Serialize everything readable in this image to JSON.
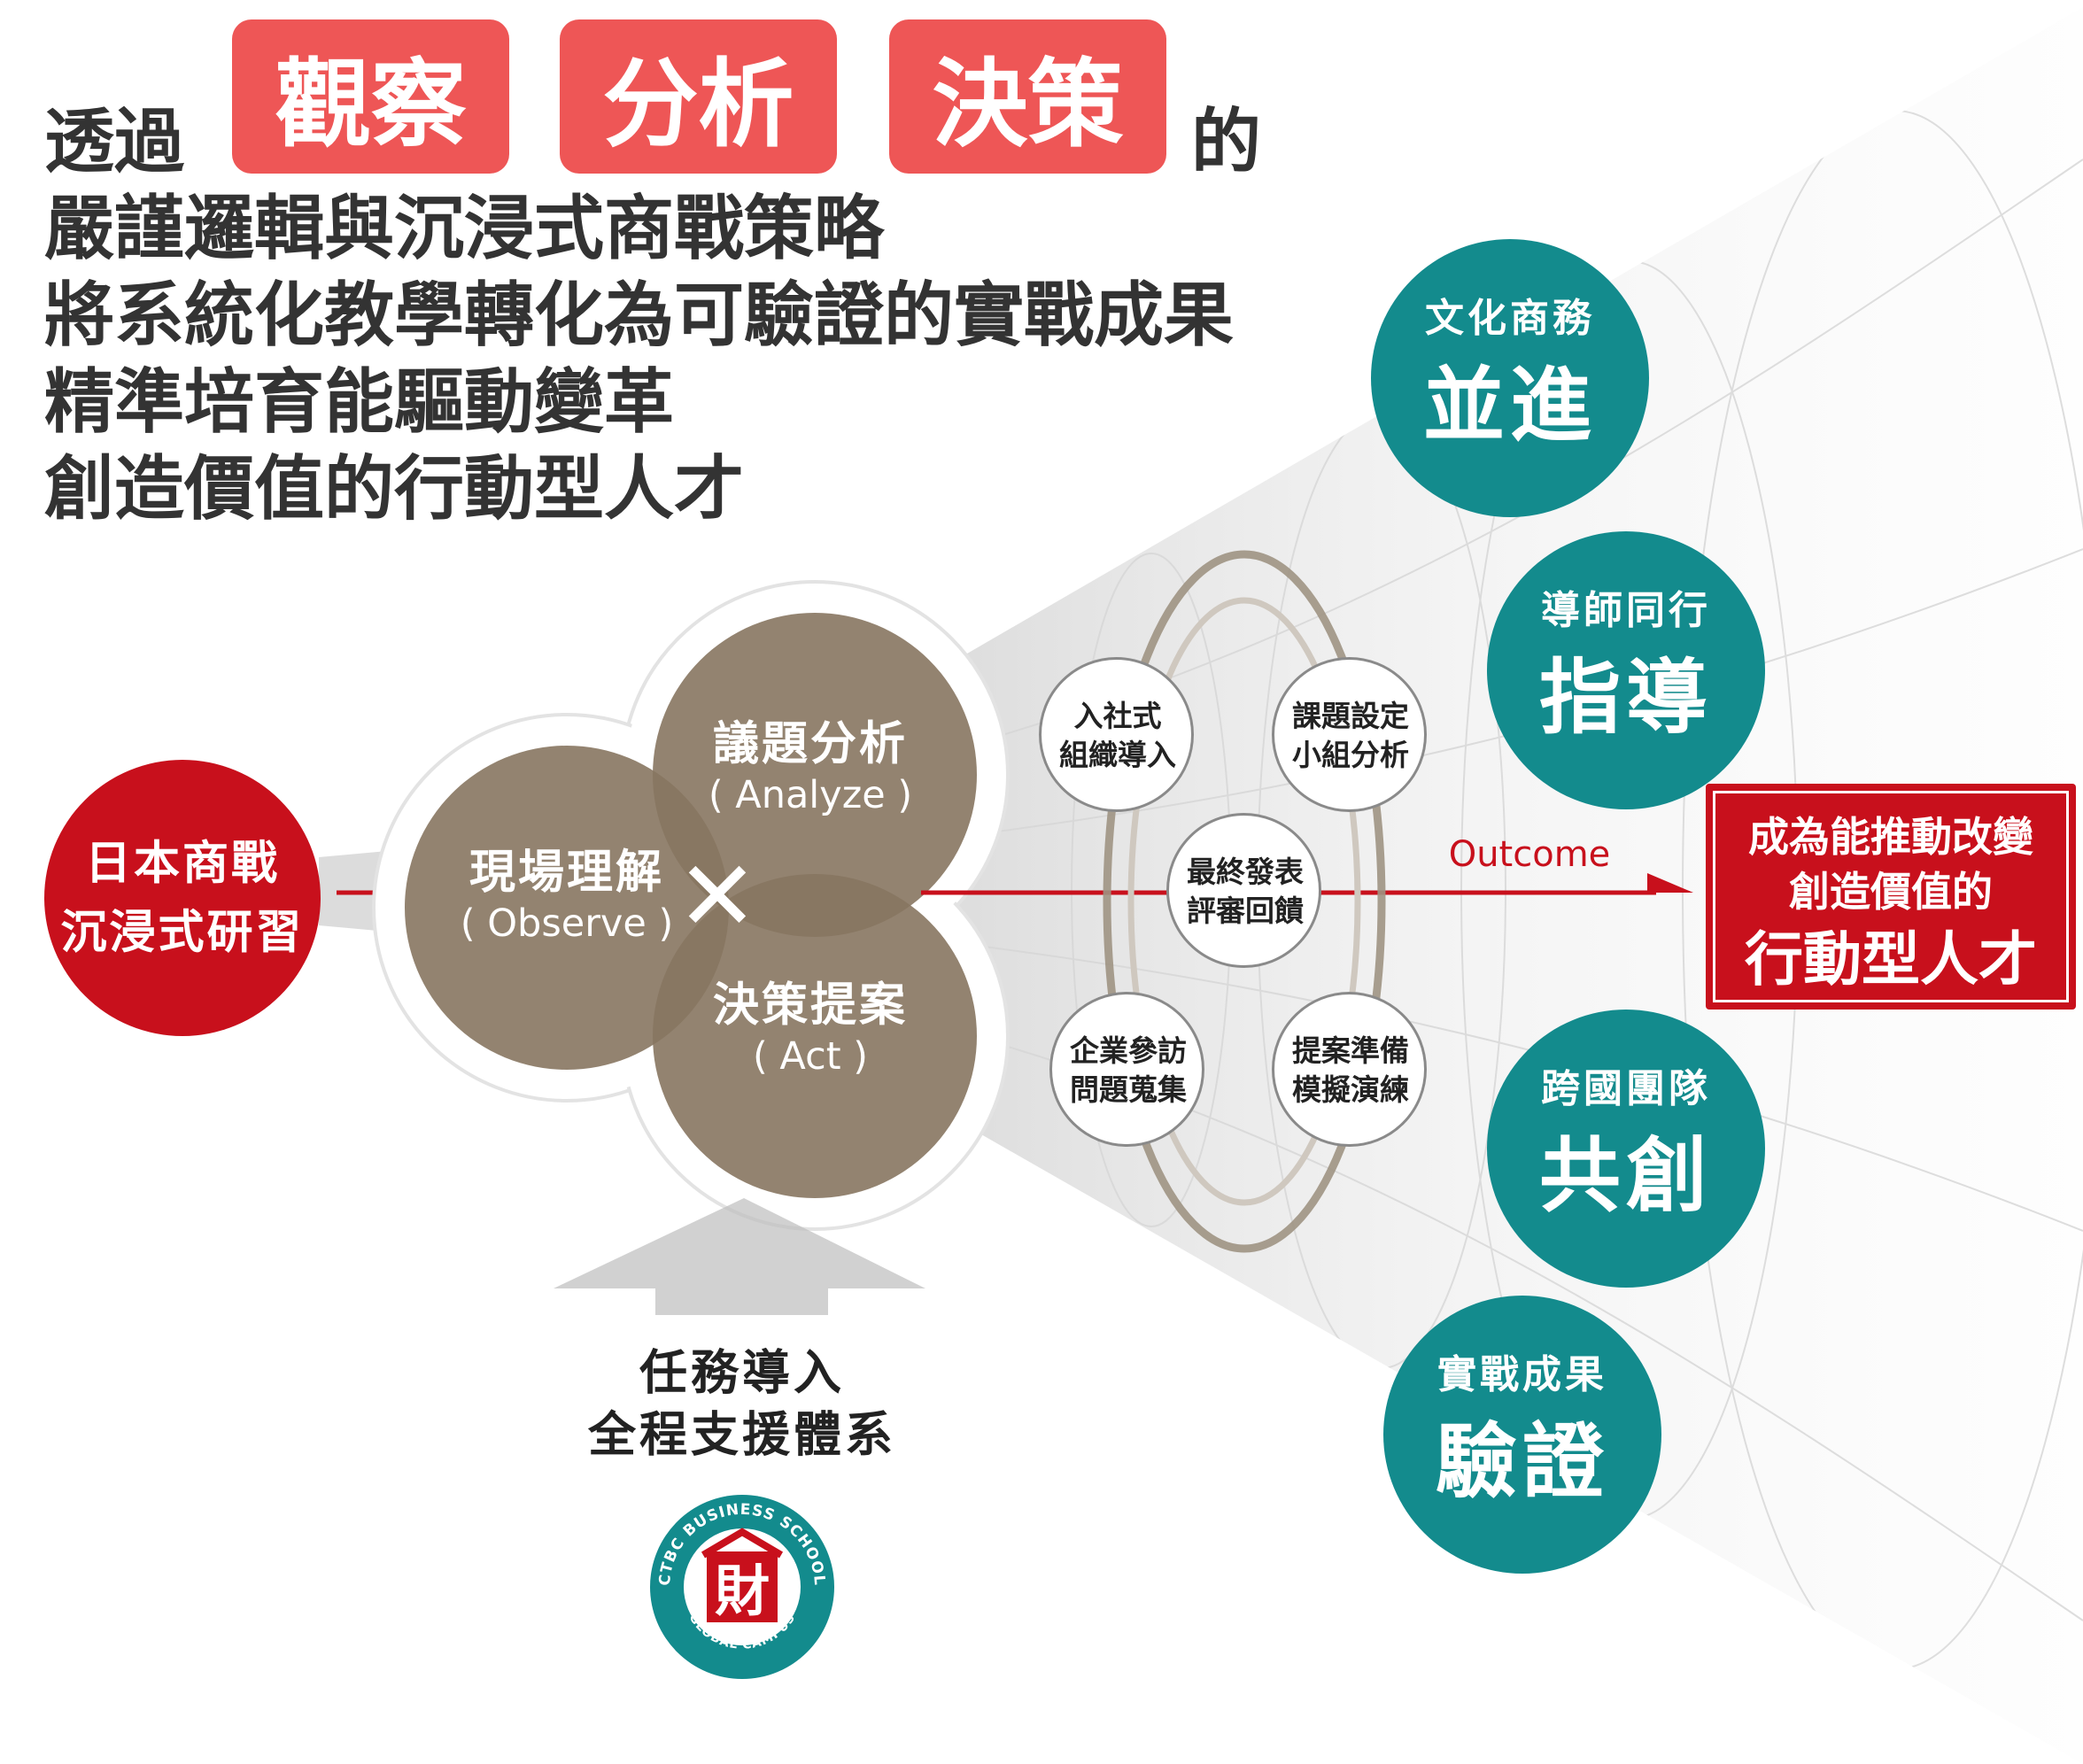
{
  "headline": {
    "prefix": "透過",
    "keywords": [
      "觀察",
      "分析",
      "決策"
    ],
    "suffix": "的",
    "lines": [
      "嚴謹邏輯與沉浸式商戰策略",
      "將系統化教學轉化為可驗證的實戰成果",
      "精準培育能驅動變革",
      "創造價值的行動型人才"
    ]
  },
  "source_node": {
    "line1": "日本商戰",
    "line2": "沉浸式研習"
  },
  "venn": {
    "observe": {
      "label": "現場理解",
      "sub": "( Observe )"
    },
    "analyze": {
      "label": "議題分析",
      "sub": "( Analyze )"
    },
    "act": {
      "label": "決策提案",
      "sub": "( Act )"
    },
    "cross": "✕"
  },
  "cycle_nodes": [
    {
      "line1": "入社式",
      "line2": "組織導入"
    },
    {
      "line1": "課題設定",
      "line2": "小組分析"
    },
    {
      "line1": "最終發表",
      "line2": "評審回饋"
    },
    {
      "line1": "企業參訪",
      "line2": "問題蒐集"
    },
    {
      "line1": "提案準備",
      "line2": "模擬演練"
    }
  ],
  "outcome_label": "Outcome",
  "result_box": {
    "line1": "成為能推動改變",
    "line2": "創造價值的",
    "line3": "行動型人才"
  },
  "pillars": [
    {
      "title": "文化商務",
      "big": "並進"
    },
    {
      "title": "導師同行",
      "big": "指導"
    },
    {
      "title": "跨國團隊",
      "big": "共創"
    },
    {
      "title": "實戰成果",
      "big": "驗證"
    }
  ],
  "support": {
    "line1": "任務導入",
    "line2": "全程支援體系"
  },
  "logo": {
    "top_text": "CTBC BUSINESS SCHOOL",
    "bottom_text": "GLOBAL CAMPUS",
    "center": "財"
  },
  "colors": {
    "keyword_red": "#EE5656",
    "accent_red": "#C8101C",
    "teal": "#138B8D",
    "venn_brown": "#877560",
    "headline_text": "#333333"
  }
}
